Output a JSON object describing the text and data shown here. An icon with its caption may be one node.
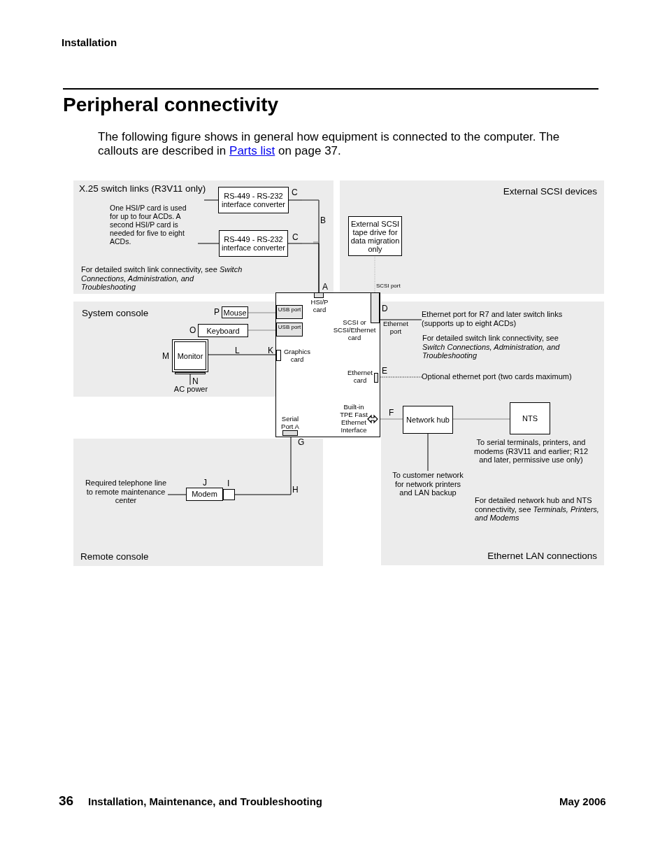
{
  "diagram": {
    "title": "Peripheral connectivity",
    "nodes": [
      {
        "text": [
          "X.25 switch links (R3V11 only)"
        ]
      },
      {
        "text": [
          "RS-449 - RS-232 interface converter"
        ],
        "in": 0,
        "beside": [
          "C"
        ]
      },
      {
        "text": [
          "RS-449 - RS-232 interface converter"
        ],
        "in": 0,
        "beside": [
          "C"
        ]
      },
      {
        "text": [
          "External SCSI devices"
        ]
      },
      {
        "text": [
          "External SCSI tape drive for data migration only"
        ],
        "in": 3
      },
      {
        "text": [
          "System console"
        ]
      },
      {
        "text": [
          "Mouse"
        ],
        "in": 5,
        "beside": [
          "P"
        ]
      },
      {
        "text": [
          "Keyboard"
        ],
        "in": 5,
        "beside": [
          "O"
        ]
      },
      {
        "text": [
          "Monitor"
        ],
        "in": 5,
        "beside": [
          "M"
        ]
      },
      {
        "text": [
          "AC power"
        ],
        "in": 5
      },
      {
        "text": [],
        "shape": "box"
      },
      {
        "text": [
          "HSI/P card"
        ],
        "in": 10,
        "beside": [
          "A"
        ]
      },
      {
        "text": [
          "USB port"
        ],
        "in": 10
      },
      {
        "text": [
          "USB port"
        ],
        "in": 10
      },
      {
        "text": [
          "Graphics card"
        ],
        "in": 10,
        "beside": [
          "K"
        ]
      },
      {
        "text": [
          "SCSI or SCSI/Ethernet card"
        ],
        "in": 10
      },
      {
        "text": [
          "Ethernet card"
        ],
        "in": 10
      },
      {
        "text": [
          "Built-in TPE Fast Ethernet Interface"
        ],
        "in": 10
      },
      {
        "text": [
          "Serial Port A"
        ],
        "in": 10,
        "beside": [
          "G"
        ]
      },
      {
        "text": [
          "Ethernet LAN connections"
        ]
      },
      {
        "text": [
          "Ethernet port for R7 and later switch links (supports up to eight ACDs)"
        ],
        "in": 19
      },
      {
        "text": [
          "Optional ethernet port (two cards maximum)"
        ],
        "in": 19
      },
      {
        "text": [
          "Network hub"
        ],
        "in": 19
      },
      {
        "text": [
          "NTS"
        ],
        "in": 19
      },
      {
        "text": [
          "To customer network for network printers and LAN backup"
        ],
        "in": 19
      },
      {
        "text": [
          "Remote console"
        ]
      },
      {
        "text": [
          "Required telephone line to remote maintenance center"
        ],
        "in": 25
      },
      {
        "text": [
          "Modem"
        ],
        "in": 25,
        "beside": [
          "J",
          "I"
        ]
      }
    ],
    "edges": [
      {
        "from": null,
        "to": 1,
        "arrow": "none"
      },
      {
        "from": null,
        "to": 2,
        "arrow": "none"
      },
      {
        "from": 1,
        "to": 11,
        "arrow": "none"
      },
      {
        "from": 2,
        "to": 11,
        "arrow": "none"
      },
      {
        "from": 15,
        "to": 4,
        "arrow": "none",
        "label": "SCSI port",
        "style": "dashed",
        "color": "#aaaaaa"
      },
      {
        "from": 6,
        "to": 12,
        "arrow": "none",
        "color": "#888888"
      },
      {
        "from": 7,
        "to": 13,
        "arrow": "none",
        "color": "#888888"
      },
      {
        "from": 8,
        "to": 14,
        "arrow": "none",
        "label": "L"
      },
      {
        "from": 8,
        "to": 9,
        "arrow": "none",
        "label": "N"
      },
      {
        "from": 15,
        "to": 20,
        "arrow": "none",
        "label": "D"
      },
      {
        "from": 16,
        "to": 21,
        "arrow": "none",
        "label": "E",
        "style": "dashed"
      },
      {
        "from": 17,
        "to": 22,
        "arrow": "none",
        "label": "F",
        "color": "#888888"
      },
      {
        "from": 22,
        "to": 23,
        "arrow": "none",
        "color": "#888888"
      },
      {
        "from": 22,
        "to": 24,
        "arrow": "none"
      },
      {
        "from": 18,
        "to": 27,
        "arrow": "none",
        "label": "H"
      },
      {
        "from": 26,
        "to": 27,
        "arrow": "none"
      }
    ],
    "labels": [
      "Installation",
      "The following figure shows in general how equipment is connected to the computer. The callouts are described in",
      "Parts list",
      "on page 37.",
      "One HSI/P card is used for up to four ACDs. A second HSI/P card is needed for five to eight ACDs.",
      "For detailed switch link connectivity, see *Switch Connections, Administration, and Troubleshooting*",
      "B",
      "Ethernet port",
      "For detailed switch link connectivity, see *Switch Connections, Administration, and Troubleshooting*",
      "To serial terminals, printers, and modems (R3V11 and earlier; R12 and later, permissive use only)",
      "For detailed network hub and NTS connectivity, see *Terminals, Printers, and Modems*",
      "36",
      "Installation, Maintenance, and Troubleshooting",
      "May 2006"
    ]
  }
}
